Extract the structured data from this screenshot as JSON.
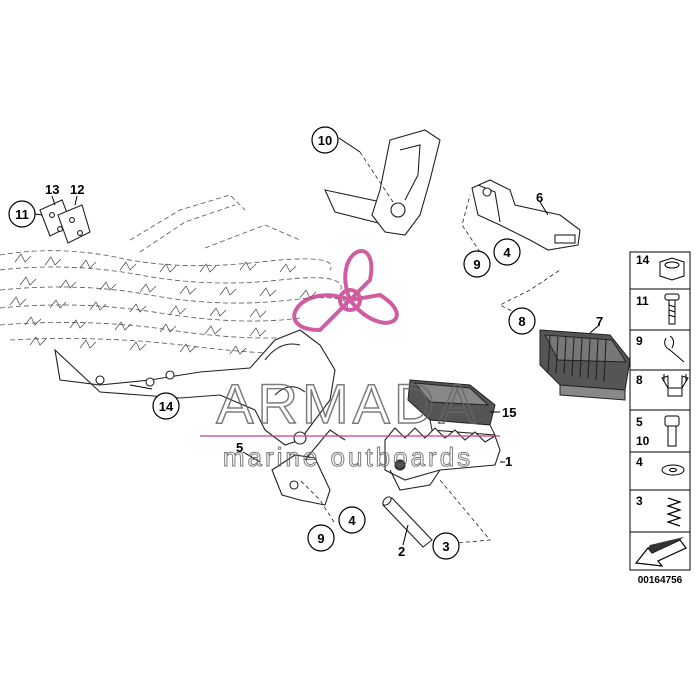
{
  "diagram_id": "00164756",
  "callouts": {
    "c10_top": "10",
    "c13": "13",
    "c12": "12",
    "c11": "11",
    "c6": "6",
    "c9_top": "9",
    "c4_top": "4",
    "c8": "8",
    "c7": "7",
    "c14_mid": "14",
    "c15": "15",
    "c5": "5",
    "c1": "1",
    "c4_bot": "4",
    "c9_bot": "9",
    "c2": "2",
    "c3": "3"
  },
  "legend": [
    "14",
    "11",
    "9",
    "8",
    "5",
    "10",
    "4",
    "3"
  ],
  "watermark": {
    "brand": "ARMADA",
    "tagline": "marine outboards",
    "color": "#c8418f"
  }
}
